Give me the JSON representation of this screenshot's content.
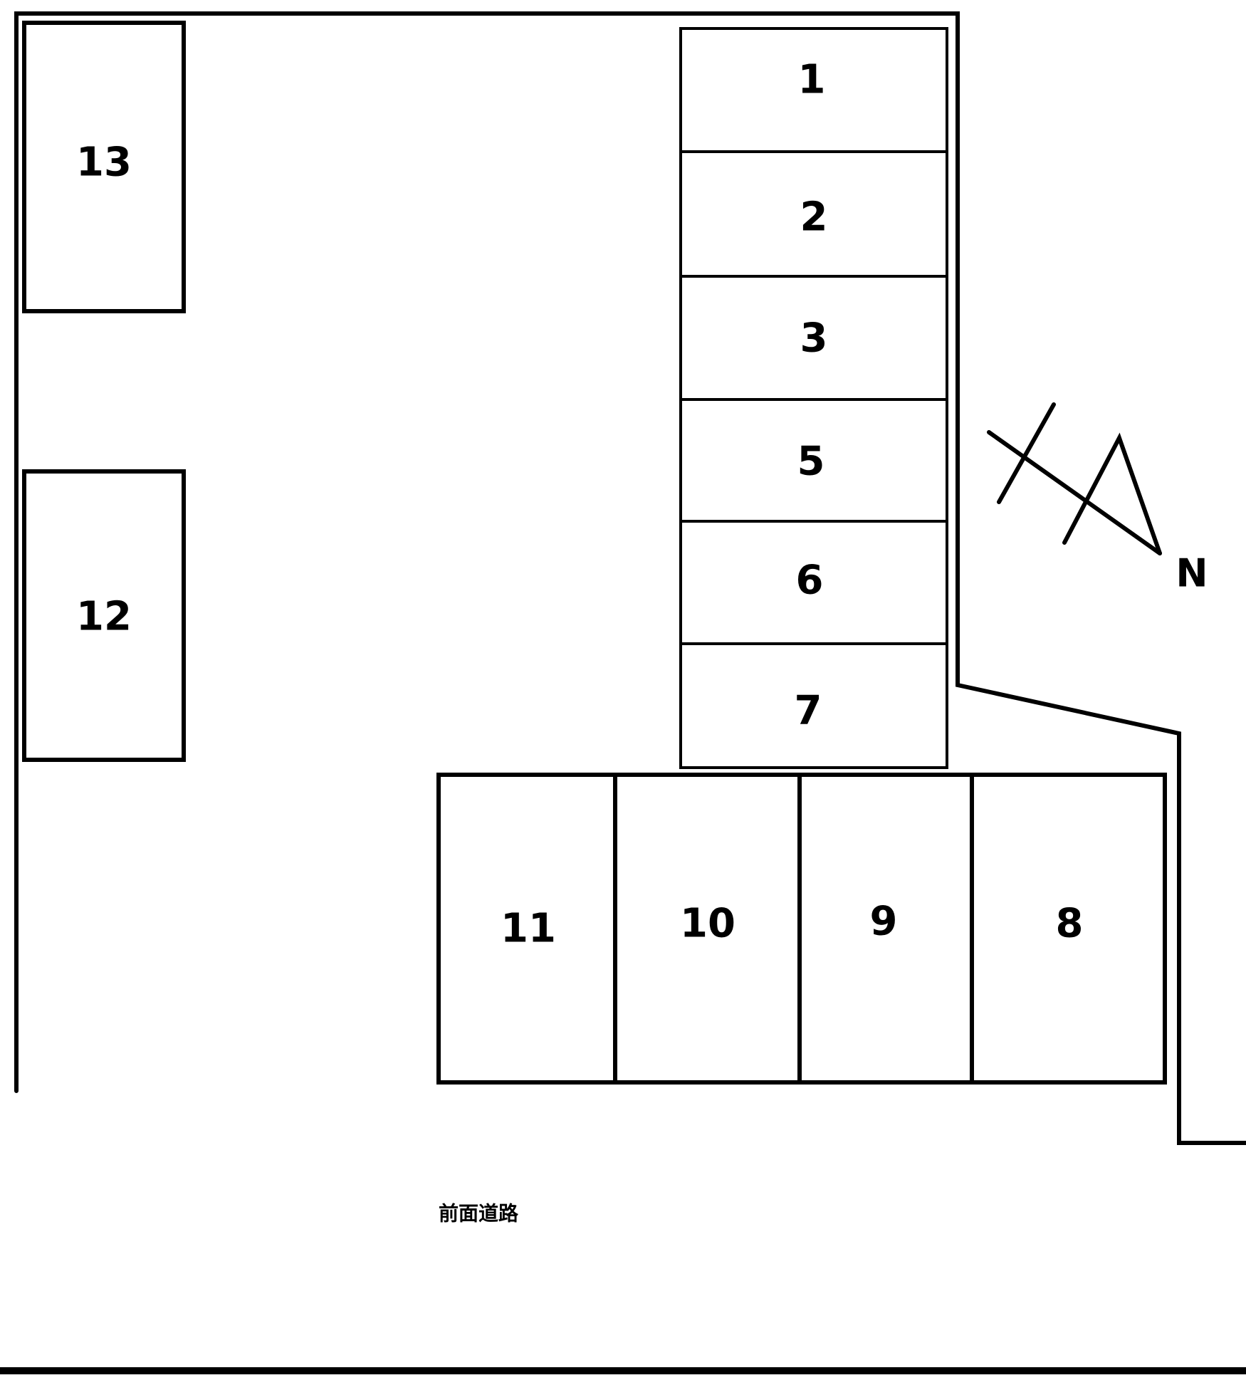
{
  "diagram": {
    "type": "parking-layout",
    "stroke_color": "#000000",
    "background_color": "#ffffff",
    "spaces": [
      {
        "id": "1",
        "label": "1"
      },
      {
        "id": "2",
        "label": "2"
      },
      {
        "id": "3",
        "label": "3"
      },
      {
        "id": "5",
        "label": "5"
      },
      {
        "id": "6",
        "label": "6"
      },
      {
        "id": "7",
        "label": "7"
      },
      {
        "id": "8",
        "label": "8"
      },
      {
        "id": "9",
        "label": "9"
      },
      {
        "id": "10",
        "label": "10"
      },
      {
        "id": "11",
        "label": "11"
      },
      {
        "id": "12",
        "label": "12"
      },
      {
        "id": "13",
        "label": "13"
      }
    ],
    "compass": {
      "label": "N",
      "icon": "north-arrow-icon"
    },
    "road_label": "前面道路"
  }
}
